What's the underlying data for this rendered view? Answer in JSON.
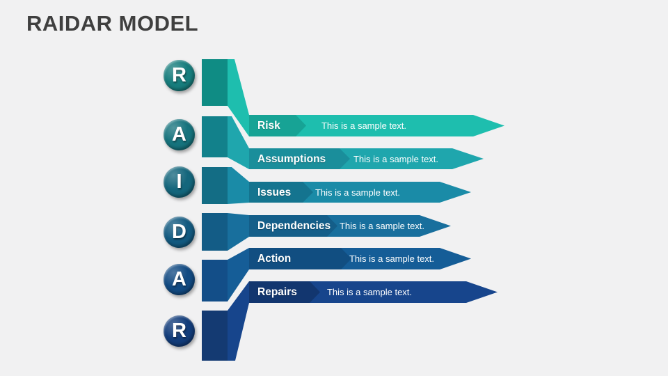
{
  "title": "RAIDAR MODEL",
  "colors": {
    "background": "#F1F1F2",
    "title": "#3F3F3F",
    "text_on_band": "#FFFFFF"
  },
  "rows": [
    {
      "letter": "R",
      "label": "Risk",
      "sample": "This is a sample text.",
      "circle": "#177D7D",
      "bar": "#0F8C84",
      "chevron": "#17A395",
      "band": "#1EBEAE"
    },
    {
      "letter": "A",
      "label": "Assumptions",
      "sample": "This is a sample text.",
      "circle": "#16737D",
      "bar": "#12818B",
      "chevron": "#1A8E9B",
      "band": "#1FA6AD"
    },
    {
      "letter": "I",
      "label": "Issues",
      "sample": "This is a sample text.",
      "circle": "#14667C",
      "bar": "#136D85",
      "chevron": "#14748F",
      "band": "#1A8BA7"
    },
    {
      "letter": "D",
      "label": "Dependencies",
      "sample": "This is a sample text.",
      "circle": "#135A80",
      "bar": "#135C86",
      "chevron": "#145E89",
      "band": "#186F9D"
    },
    {
      "letter": "A",
      "label": "Action",
      "sample": "This is a sample text.",
      "circle": "#124A82",
      "bar": "#134E88",
      "chevron": "#114E81",
      "band": "#155D97"
    },
    {
      "letter": "R",
      "label": "Repairs",
      "sample": "This is a sample text.",
      "circle": "#123C7A",
      "bar": "#143A72",
      "chevron": "#12366F",
      "band": "#17458C"
    }
  ]
}
